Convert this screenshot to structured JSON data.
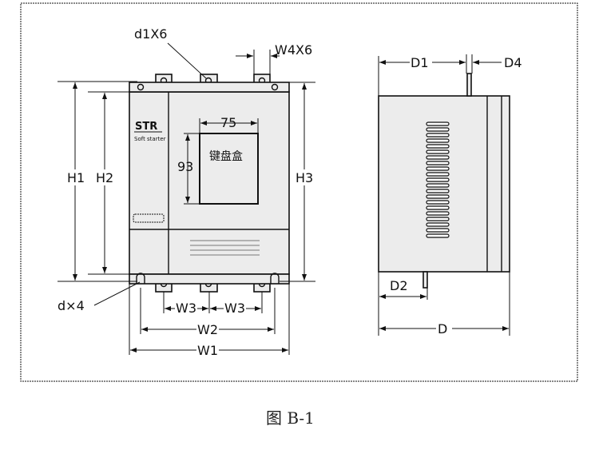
{
  "figure": {
    "caption": "图 B-1",
    "front_view": {
      "hole_label_top": "d1X6",
      "tab_width_label": "W4X6",
      "mount_hole_label": "d×4",
      "height_labels": [
        "H1",
        "H2",
        "H3"
      ],
      "width_labels": [
        "W3",
        "W3",
        "W2",
        "W1"
      ],
      "brand": "STR",
      "subtitle": "Soft starter",
      "keypad_width": "75",
      "keypad_height": "93",
      "keypad_label": "键盘盒"
    },
    "side_view": {
      "depth_labels": [
        "D1",
        "D4",
        "D2",
        "D"
      ]
    }
  }
}
